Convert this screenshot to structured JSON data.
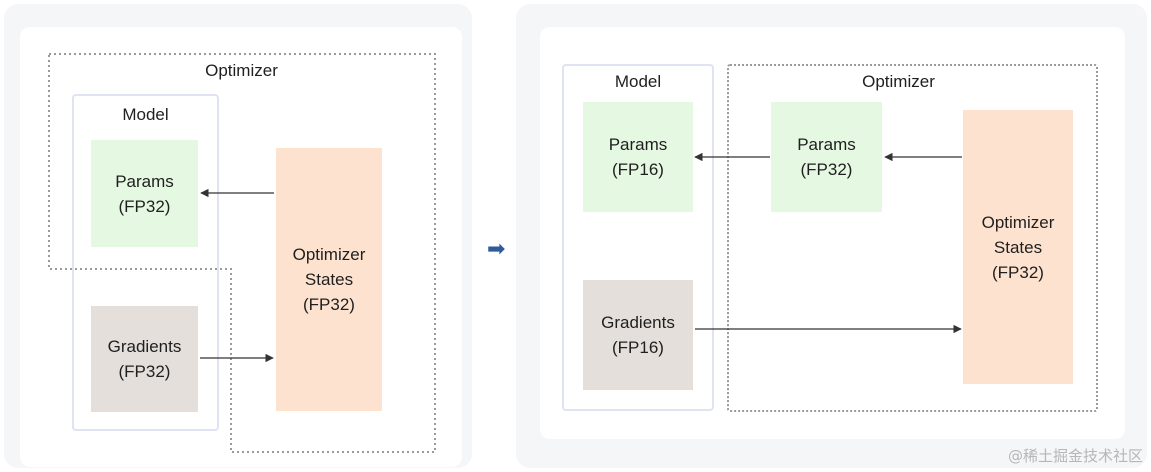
{
  "left_diagram": {
    "optimizer_label": "Optimizer",
    "model_label": "Model",
    "params": {
      "label": "Params\n(FP32)"
    },
    "gradients": {
      "label": "Gradients\n(FP32)"
    },
    "optimizer_states": {
      "label": "Optimizer\nStates\n(FP32)"
    }
  },
  "transition_arrow": "➡",
  "right_diagram": {
    "model_label": "Model",
    "optimizer_label": "Optimizer",
    "model_params": {
      "label": "Params\n(FP16)"
    },
    "model_gradients": {
      "label": "Gradients\n(FP16)"
    },
    "optimizer_params": {
      "label": "Params\n(FP32)"
    },
    "optimizer_states": {
      "label": "Optimizer\nStates\n(FP32)"
    }
  },
  "watermark": "@稀土掘金技术社区",
  "colors": {
    "params_fill": "#e5f8e2",
    "gradients_fill": "#e4dfda",
    "states_fill": "#fde3cf",
    "model_border": "#dfe3f2",
    "optimizer_border": "#9a9a9a",
    "arrow": "#333333",
    "transition_arrow": "#2f5b9a"
  }
}
